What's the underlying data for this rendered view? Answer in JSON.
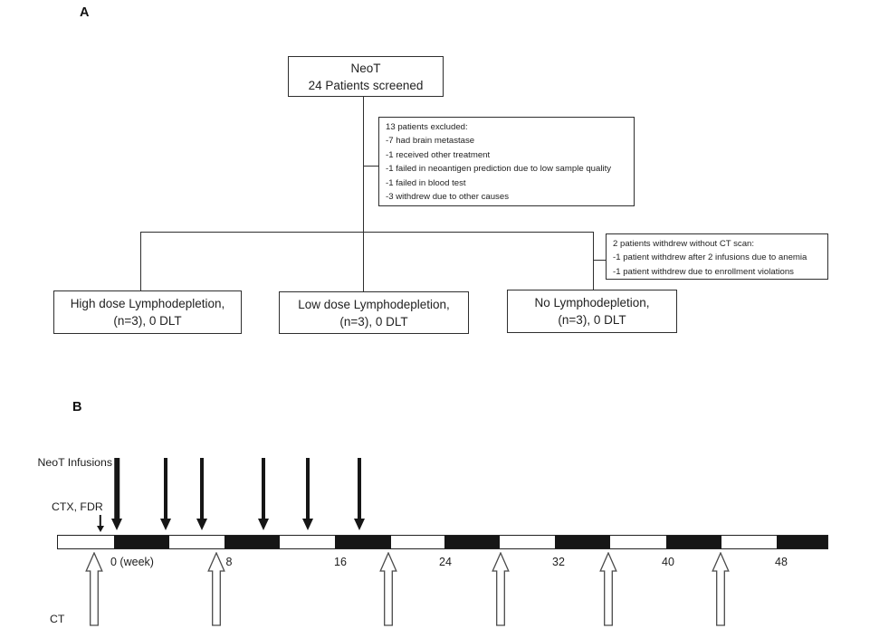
{
  "figure": {
    "panel_a_label": "A",
    "panel_b_label": "B"
  },
  "flowchart": {
    "screening_box": {
      "line1": "NeoT",
      "line2": "24 Patients screened"
    },
    "exclusion_box": {
      "lines": [
        "13 patients excluded:",
        "-7 had brain metastase",
        "-1 received other treatment",
        "-1 failed in neoantigen prediction due to low sample quality",
        "-1 failed in blood test",
        "-3 withdrew due to other causes"
      ]
    },
    "withdrawal_box": {
      "lines": [
        "2 patients withdrew without CT scan:",
        "-1 patient withdrew after 2 infusions due to anemia",
        "-1 patient withdrew due to enrollment violations"
      ]
    },
    "arm_boxes": [
      {
        "line1": "High dose Lymphodepletion,",
        "line2": "(n=3), 0 DLT"
      },
      {
        "line1": "Low dose Lymphodepletion,",
        "line2": "(n=3), 0 DLT"
      },
      {
        "line1": "No Lymphodepletion,",
        "line2": "(n=3), 0 DLT"
      }
    ]
  },
  "timeline": {
    "neot_infusions_label": "NeoT Infusions",
    "ctx_fdr_label": "CTX, FDR",
    "ct_label": "CT",
    "week_labels": [
      "0 (week)",
      "8",
      "16",
      "24",
      "32",
      "40",
      "48"
    ]
  },
  "colors": {
    "ink": "#161616",
    "line": "#2e2e2e",
    "background": "#ffffff"
  }
}
